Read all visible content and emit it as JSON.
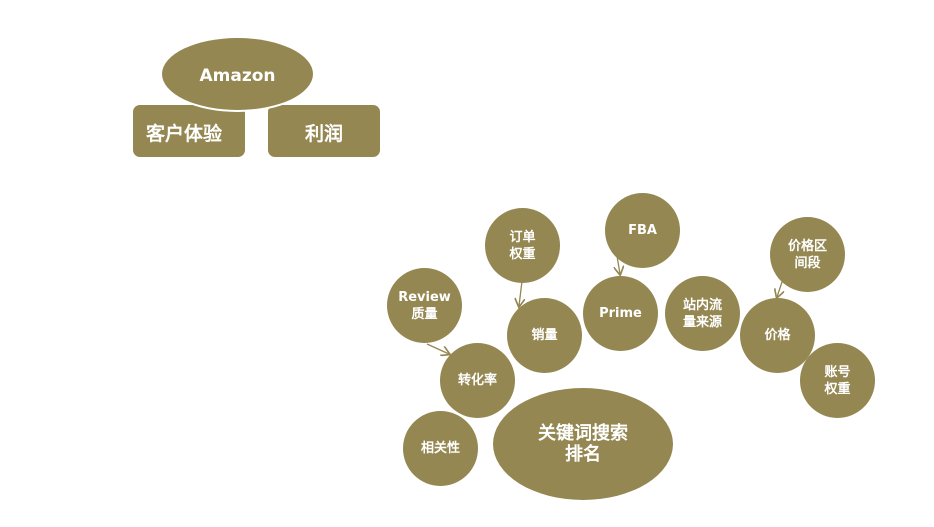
{
  "top": {
    "amazon": "Amazon",
    "customer_experience": "客户体验",
    "profit": "利润"
  },
  "bubbles": {
    "fba": "FBA",
    "order_weight": "订单\n权重",
    "price_range": "价格区\n间段",
    "review_quality": "Review\n质量",
    "sales": "销量",
    "prime": "Prime",
    "onsite_traffic": "站内流\n量来源",
    "price": "价格",
    "conversion_rate": "转化率",
    "account_weight": "账号\n权重",
    "relevance": "相关性",
    "keyword_ranking": "关键词搜索\n排名"
  },
  "colors": {
    "fill": "#948752",
    "text": "#ffffff",
    "arrow": "#948752"
  }
}
